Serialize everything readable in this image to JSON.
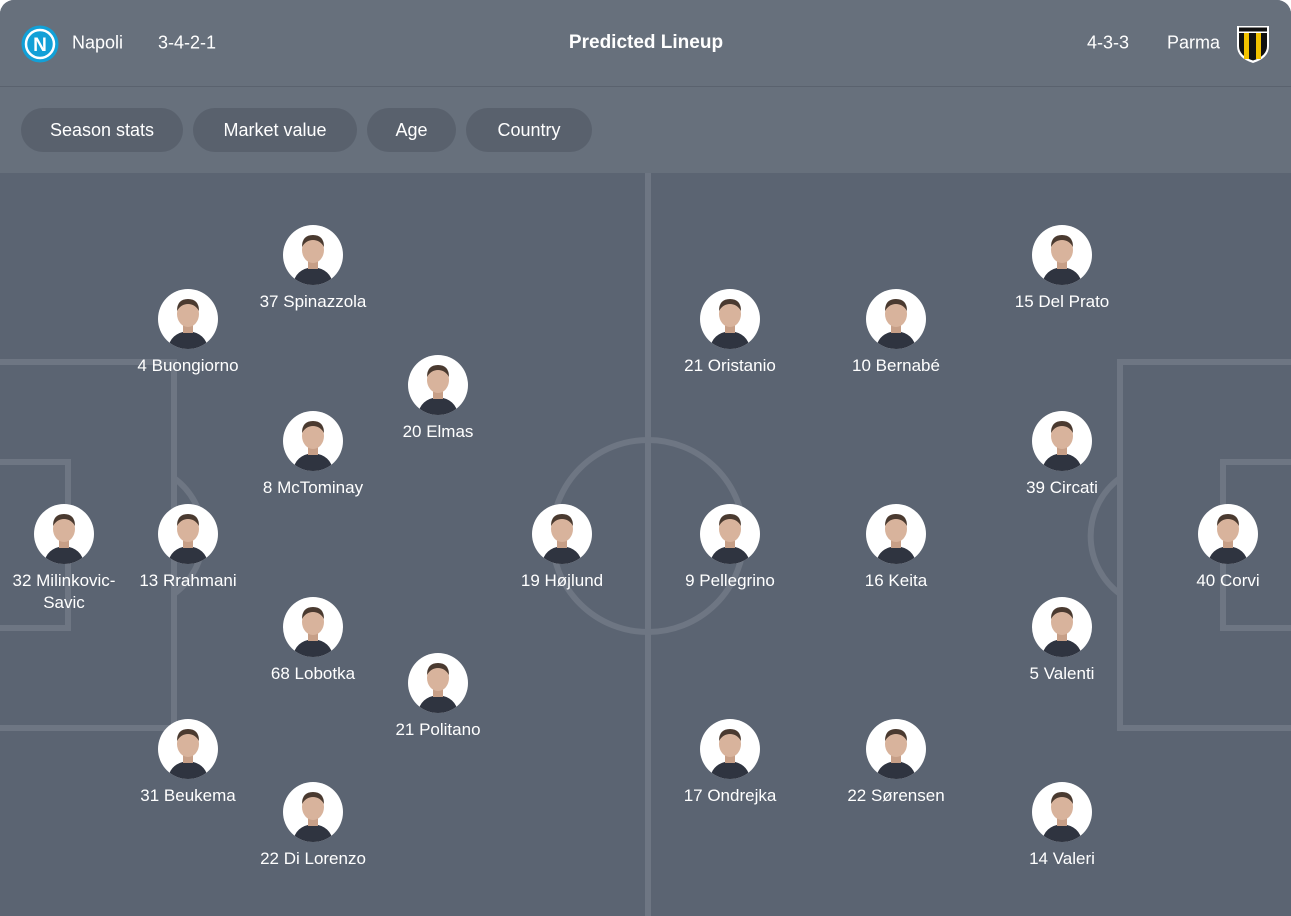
{
  "header": {
    "title": "Predicted Lineup",
    "home": {
      "name": "Napoli",
      "formation": "3-4-2-1",
      "badge_icon": "napoli-crest-icon",
      "color": "#12a0d7"
    },
    "away": {
      "name": "Parma",
      "formation": "4-3-3",
      "badge_icon": "parma-crest-icon",
      "color": "#f2c200"
    }
  },
  "filters": [
    "Season stats",
    "Market value",
    "Age",
    "Country"
  ],
  "colors": {
    "header_bg": "#67707c",
    "pitch_bg": "#5b6472",
    "pitch_lines": "#6e7683",
    "chip_bg": "#59616d",
    "text": "#ffffff"
  },
  "home_players": [
    {
      "number": "37",
      "name": "Spinazzola",
      "label": "37 Spinazzola"
    },
    {
      "number": "4",
      "name": "Buongiorno",
      "label": "4 Buongiorno"
    },
    {
      "number": "20",
      "name": "Elmas",
      "label": "20 Elmas"
    },
    {
      "number": "8",
      "name": "McTominay",
      "label": "8 McTominay"
    },
    {
      "number": "32",
      "name": "Milinkovic-Savic",
      "label": "32 Milinkovic-Savic"
    },
    {
      "number": "13",
      "name": "Rrahmani",
      "label": "13 Rrahmani"
    },
    {
      "number": "19",
      "name": "Højlund",
      "label": "19 Højlund"
    },
    {
      "number": "68",
      "name": "Lobotka",
      "label": "68 Lobotka"
    },
    {
      "number": "21",
      "name": "Politano",
      "label": "21 Politano"
    },
    {
      "number": "31",
      "name": "Beukema",
      "label": "31 Beukema"
    },
    {
      "number": "22",
      "name": "Di Lorenzo",
      "label": "22 Di Lorenzo"
    }
  ],
  "away_players": [
    {
      "number": "15",
      "name": "Del Prato",
      "label": "15 Del Prato"
    },
    {
      "number": "21",
      "name": "Oristanio",
      "label": "21 Oristanio"
    },
    {
      "number": "10",
      "name": "Bernabé",
      "label": "10 Bernabé"
    },
    {
      "number": "39",
      "name": "Circati",
      "label": "39 Circati"
    },
    {
      "number": "9",
      "name": "Pellegrino",
      "label": "9 Pellegrino"
    },
    {
      "number": "16",
      "name": "Keita",
      "label": "16 Keita"
    },
    {
      "number": "40",
      "name": "Corvi",
      "label": "40 Corvi"
    },
    {
      "number": "5",
      "name": "Valenti",
      "label": "5 Valenti"
    },
    {
      "number": "17",
      "name": "Ondrejka",
      "label": "17 Ondrejka"
    },
    {
      "number": "22",
      "name": "Sørensen",
      "label": "22 Sørensen"
    },
    {
      "number": "14",
      "name": "Valeri",
      "label": "14 Valeri"
    }
  ]
}
